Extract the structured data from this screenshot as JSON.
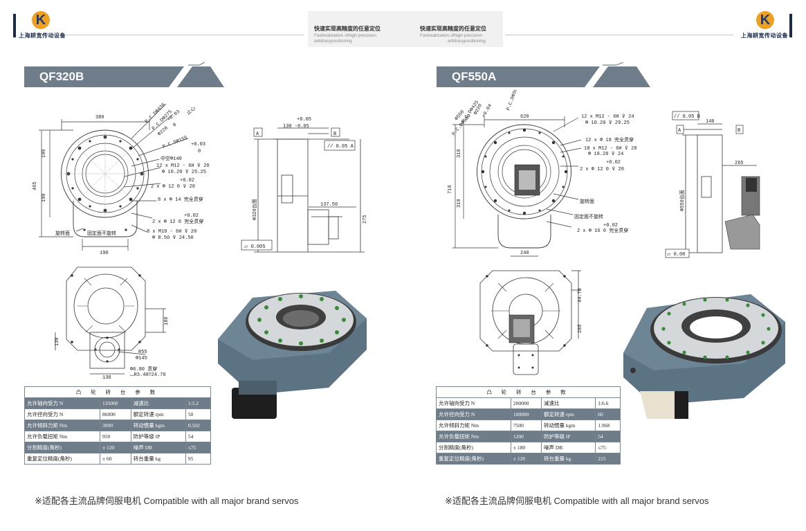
{
  "header": {
    "brand_left": "上海耕宽传动设备",
    "brand_right": "上海耕宽传动设备",
    "logo_letter": "K",
    "slogan_left_zh": "快速实现高精度的任意定位",
    "slogan_left_en_1": "Fastrealization ofhigh-precision",
    "slogan_left_en_2": "arbitrarypositioning",
    "slogan_right_zh": "快速实现高精度的任意定位",
    "slogan_right_en_1": "Fastrealization ofhigh-precision",
    "slogan_right_en_2": "arbitrarypositioning"
  },
  "colors": {
    "bar": "#6f7c89",
    "logo_orange": "#f0a020",
    "logo_blue": "#1d3c78",
    "body_steel": "#5c7384",
    "hole_green": "#3a8a3a"
  },
  "left": {
    "model": "QF320B",
    "dims": {
      "d380": "380",
      "d465": "465",
      "d190a": "190",
      "d190b": "190",
      "d190c": "190",
      "pcd436": "P.C.DΦ436",
      "pcd275": "P.C.DΦ275",
      "d220": "Φ220",
      "tol03a": "+0.03",
      "zero_a": "0",
      "zhixin": "止心",
      "pcd155": "P.C.DΦ155",
      "hollow140": "中空Φ140",
      "tol03b": "+0.03",
      "zero_b": "0",
      "m12": "12 x  M12 - 6H ⊽ 20",
      "m12b": "Φ 10.20 ⊽ 25.25",
      "tol02a": "+0.02",
      "pin12": "2 x Φ 12  0    ⊽ 20",
      "thru14": "8 x Φ 14 完全贯穿",
      "tol02b": "+0.02",
      "pin12b": "2 x Φ 12  0    完全贯穿",
      "m10": "8 x  M10 - 6H ⊽ 20",
      "m10b": "Φ 8.50 ⊽ 24.50",
      "rotating": "旋转面",
      "fixed": "固定面不旋转",
      "tol05": "+0.05",
      "d130": "130 -0.05",
      "datum_a": "A",
      "datum_b": "B",
      "par": "// 0.05 A",
      "table320": "Φ320台面",
      "d137": "137.50",
      "d275": "275",
      "flat": "⏥ 0.005",
      "d186": "186",
      "d130v": "130",
      "d130h": "130",
      "r55": "R55",
      "d145": "Φ145",
      "d680": "Φ6.80 贯穿",
      "r340": "⌴R3.40⊽24.70"
    },
    "table": {
      "title": "凸 轮 转 台 参 数",
      "rows": [
        [
          "允许轴向受力 N",
          "135000",
          "减速比",
          "1:5.2"
        ],
        [
          "允许径向受力 N",
          "86000",
          "额定转速 rpm",
          "50"
        ],
        [
          "允许倾斜力矩 Nm",
          "3000",
          "转动惯量 kgm",
          "0.502"
        ],
        [
          "允许负载扭矩 Nm",
          "950",
          "防护等级 IP",
          "54"
        ],
        [
          "分割精度(角秒)",
          "± 120",
          "噪声 DB",
          "≤75"
        ],
        [
          "重复定位精度(角秒)",
          "± 60",
          "转台重量 kg",
          "95"
        ]
      ]
    },
    "footer": "※适配各主流品牌伺服电机 Compatible with all major brand servos"
  },
  "right": {
    "model": "QF550A",
    "dims": {
      "d620": "620",
      "d710": "710",
      "d310a": "310",
      "d310b": "310",
      "d240": "240",
      "pcd580": "P.C.DΦ580",
      "d550": "Φ550",
      "pcd425": "P.C.DΦ425",
      "d220": "Φ220",
      "tol04": "+0.04",
      "pcd360": "P.C.DΦ360",
      "m12": "12 x  M12 - 6H ⊽ 24",
      "m12b": "Φ 10.20 ⊽ 29.25",
      "thru18": "12 x Φ 18 完全贯穿",
      "m12c": "18 x  M12 - 6H ⊽ 20",
      "m12d": "Φ 10.20 ⊽ 24",
      "tol02a": "+0.02",
      "pin12": "2 x Φ 12  0    ⊽ 20",
      "rotating": "旋转面",
      "fixed": "固定面不旋转",
      "tol02b": "+0.02",
      "pin16": "2 x Φ 16  0    完全贯穿",
      "par": "// 0.05 B",
      "d140": "140",
      "datum_a": "A",
      "datum_b": "B",
      "d265": "265",
      "table550": "Φ550台面",
      "flat": "⏥ 0.08",
      "d4470": "44.70",
      "d285": "285"
    },
    "table": {
      "title": "凸 轮 转 台 参 数",
      "rows": [
        [
          "允许轴向受力 N",
          "200000",
          "减速比",
          "1:6.6"
        ],
        [
          "允许径向受力 N",
          "100000",
          "额定转速 rpm",
          "60"
        ],
        [
          "允许倾斜力矩 Nm",
          "7500",
          "转动惯量 kgm",
          "1.968"
        ],
        [
          "允许负载扭矩 Nm",
          "1200",
          "防护等级 IP",
          "54"
        ],
        [
          "分割精度(角秒)",
          "± 180",
          "噪声 DB",
          "≤75"
        ],
        [
          "重复定位精度(角秒)",
          "± 120",
          "转台重量 kg",
          "215"
        ]
      ]
    },
    "footer": "※适配各主流品牌伺服电机 Compatible with all major brand servos"
  }
}
